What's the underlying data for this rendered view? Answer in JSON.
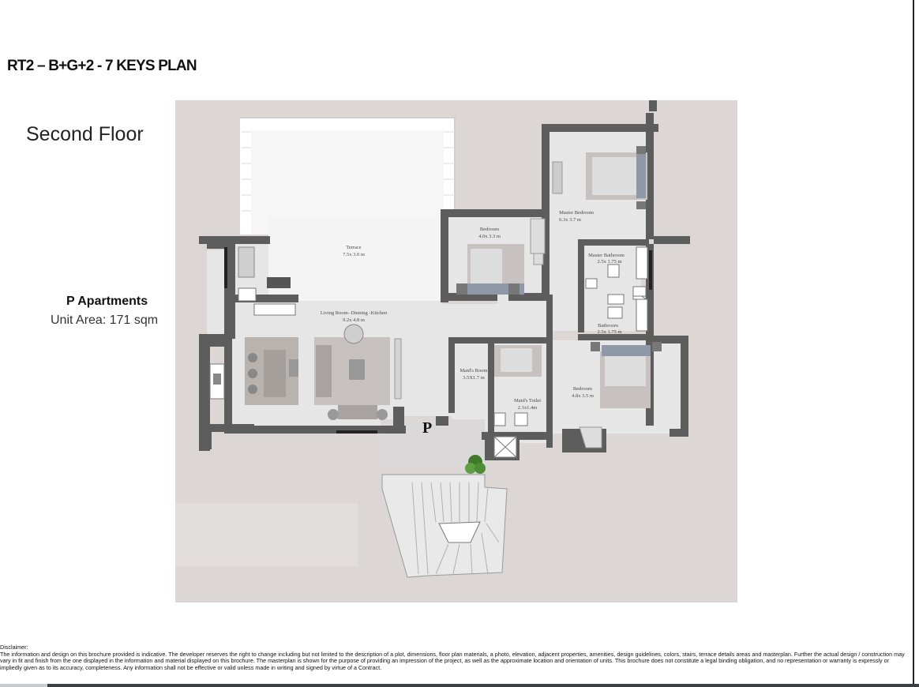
{
  "header": {
    "title": "RT2 – B+G+2 - 7 KEYS PLAN"
  },
  "floor_label": "Second Floor",
  "apartment": {
    "name": "P Apartments",
    "area": "Unit Area: 171 sqm"
  },
  "rooms": {
    "terrace": {
      "name": "Terrace",
      "size": "7.5x 3.0 m"
    },
    "bedroom1": {
      "name": "Bedroom",
      "size": "4.0x 3.3 m"
    },
    "master_bedroom": {
      "name": "Master Bedroom",
      "size": "6.3x 3.7 m"
    },
    "master_bathroom": {
      "name": "Master Bathroom",
      "size": "2.5x 1.75 m"
    },
    "bathroom": {
      "name": "Bathroom",
      "size": "2.5x 1.75 m"
    },
    "living": {
      "name": "Living Room- Dinning -Kitchen",
      "size": "9.2x 4.8 m"
    },
    "maids_room": {
      "name": "Maid's Room",
      "size": "3.5X1.7 m"
    },
    "maids_toilet": {
      "name": "Maid's Toilet",
      "size": "2.1x1.4m"
    },
    "bedroom2": {
      "name": "Bedroom",
      "size": "4.8x 3.5 m"
    }
  },
  "entrance_marker": "P",
  "disclaimer": {
    "heading": "Disclaimer:",
    "body": "The information and design on this brochure provided is indicative. The developer reserves the right to change including but not limited to the description of a plot, dimensions, floor plan materials, a photo, elevation, adjacent properties, amenities, design guidelines, colors, stairs, terrace details areas and masterplan. Further the actual design / construction may vary in fit and finish from the one displayed in the information and material displayed on this brochure. The masterplan is shown for the purpose of providing an impression of the project, as well as the approximate location and orientation of units. This brochure does not constitute a legal binding obligation, and no representation or warranty is expressly or impliedly given as to its accuracy, completeness. Any information shall not be effective or valid unless made in writing and signed by virtue of a Contract."
  },
  "colors": {
    "background": "#dcd6d4",
    "floor": "#e7e7e7",
    "wall": "#5d5d5d",
    "furniture": "#b9b3b0"
  }
}
